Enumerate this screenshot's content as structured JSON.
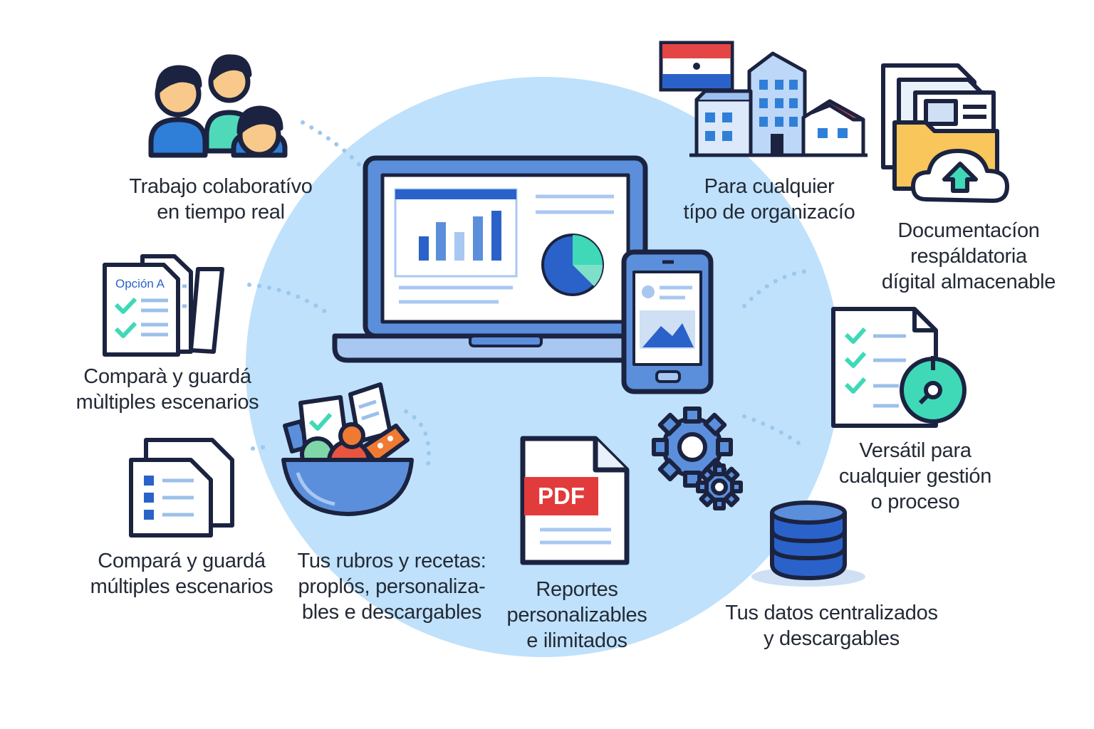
{
  "features": {
    "trabajo": {
      "line1": "Trabajo colaboratívo",
      "line2": "en tiempo real"
    },
    "tipo": {
      "line1": "Para cualquier",
      "line2": "típo de organizacío"
    },
    "doc": {
      "line1": "Documentacíon",
      "line2": "respáldatoria",
      "line3": "dígital almacenable"
    },
    "comp1": {
      "line1": "Comparà y guardá",
      "line2": "mùltiples escenarios"
    },
    "versatil": {
      "line1": "Versátil para",
      "line2": "cualquier gestión",
      "line3": "o proceso"
    },
    "comp2": {
      "line1": "Compará y guardá",
      "line2": "múltiples escenarios"
    },
    "rubros": {
      "line1": "Tus rubros y recetas:",
      "line2": "proplós, personaliza-",
      "line3": "bles e descargables"
    },
    "reportes": {
      "line1": "Reportes",
      "line2": "personalizables",
      "line3": "e ilimitados"
    },
    "datos": {
      "line1": "Tus datos centralizados",
      "line2": "y descargables"
    }
  },
  "icons": {
    "option_label": "Opción A",
    "pdf_label": "PDF"
  },
  "colors": {
    "blob": "#bfe1fb",
    "outline": "#1b2340",
    "primary_blue": "#2a62c9",
    "mid_blue": "#5b8fdb",
    "light_blue": "#a8c8f2",
    "teal": "#3fd9b8",
    "check_green": "#2ec99a",
    "pdf_red": "#e23b3b",
    "folder_yellow": "#f8c65a",
    "orange": "#f07a32"
  }
}
